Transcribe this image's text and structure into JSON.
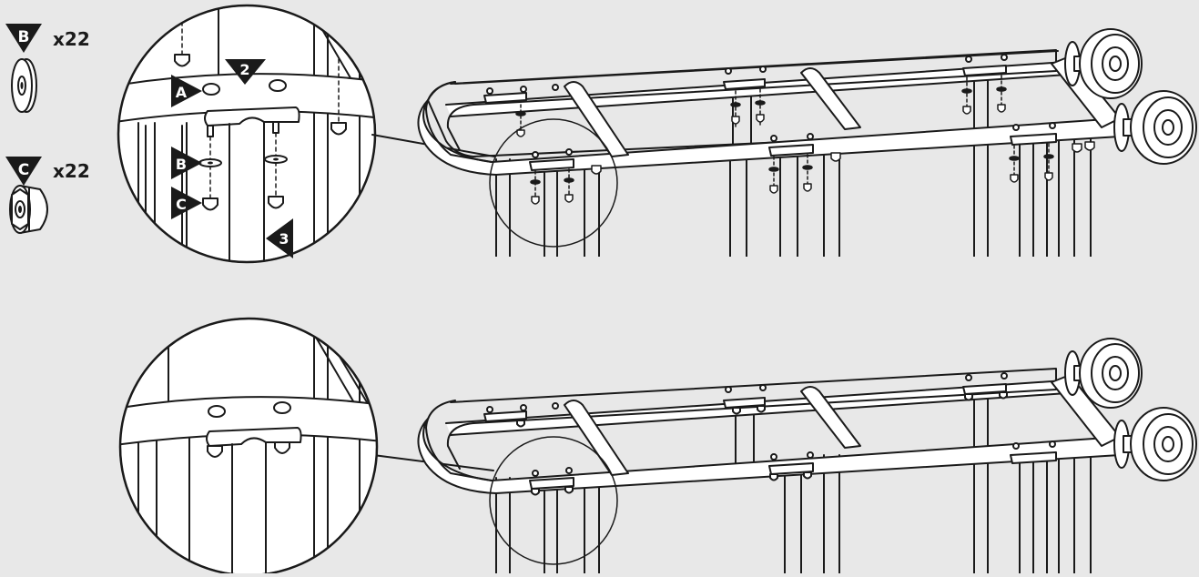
{
  "parts": [
    {
      "letter": "B",
      "qty": "x22",
      "icon": "washer-icon"
    },
    {
      "letter": "C",
      "qty": "x22",
      "icon": "cap-nut-icon"
    }
  ],
  "labels": {
    "part_a": "A",
    "part_b": "B",
    "part_c": "C",
    "step_2": "2",
    "step_3": "3"
  },
  "colors": {
    "background": "#e8e8e8",
    "line": "#1a1a1a",
    "fill": "#ffffff",
    "marker": "#1a1a1a"
  }
}
